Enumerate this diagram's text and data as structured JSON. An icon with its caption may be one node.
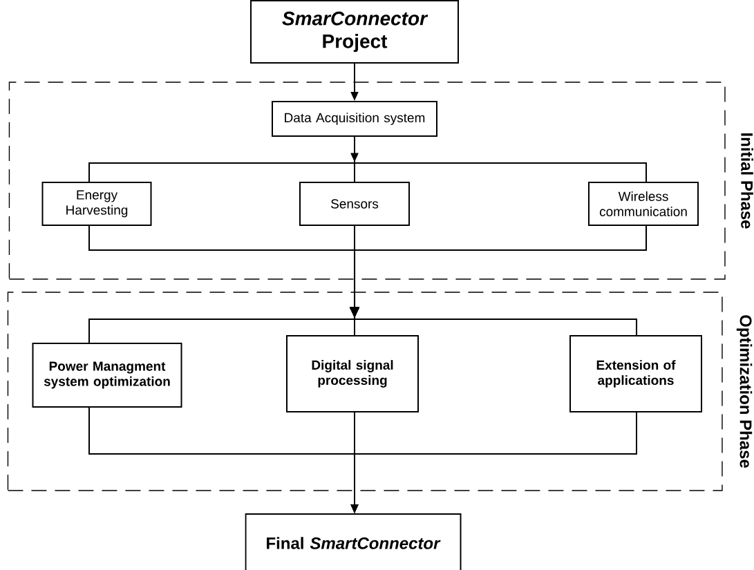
{
  "diagram": {
    "nodes": [
      {
        "text": [
          "*SmarConnector* Project"
        ]
      },
      {
        "text": [
          "Initial Phase"
        ]
      },
      {
        "text": [
          "Data Acquisition system"
        ],
        "in": 1
      },
      {
        "text": [
          "Energy Harvesting"
        ],
        "in": 1
      },
      {
        "text": [
          "Sensors"
        ],
        "in": 1
      },
      {
        "text": [
          "Wireless communication"
        ],
        "in": 1
      },
      {
        "text": [
          "Optimization Phase"
        ]
      },
      {
        "text": [
          "Power Managment system optimization"
        ],
        "in": 6
      },
      {
        "text": [
          "Digital signal processing"
        ],
        "in": 6
      },
      {
        "text": [
          "Extension of applications"
        ],
        "in": 6
      },
      {
        "text": [
          "Final *SmartConnector*"
        ]
      }
    ],
    "edges": [
      {
        "from": 0,
        "to": 2,
        "arrow": "to"
      },
      {
        "from": 2,
        "to": 3,
        "arrow": "to"
      },
      {
        "from": 2,
        "to": 4,
        "arrow": "to"
      },
      {
        "from": 2,
        "to": 5,
        "arrow": "to"
      },
      {
        "from": 3,
        "to": 7,
        "arrow": "to"
      },
      {
        "from": 3,
        "to": 8,
        "arrow": "to"
      },
      {
        "from": 3,
        "to": 9,
        "arrow": "to"
      },
      {
        "from": 4,
        "to": 7,
        "arrow": "to"
      },
      {
        "from": 4,
        "to": 8,
        "arrow": "to"
      },
      {
        "from": 4,
        "to": 9,
        "arrow": "to"
      },
      {
        "from": 5,
        "to": 7,
        "arrow": "to"
      },
      {
        "from": 5,
        "to": 8,
        "arrow": "to"
      },
      {
        "from": 5,
        "to": 9,
        "arrow": "to"
      },
      {
        "from": 7,
        "to": 10,
        "arrow": "to"
      },
      {
        "from": 8,
        "to": 10,
        "arrow": "to"
      },
      {
        "from": 9,
        "to": 10,
        "arrow": "to"
      }
    ]
  }
}
